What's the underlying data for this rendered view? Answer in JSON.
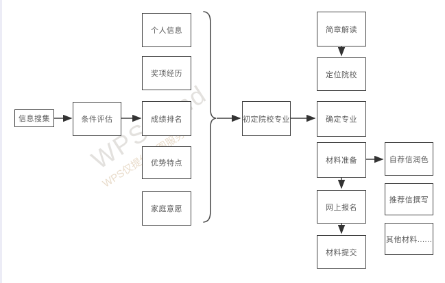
{
  "watermark": {
    "title": "WPS Mind",
    "subtitle": "WPS仅提供作图服务"
  },
  "flowchart": {
    "nodes": {
      "info_gathering": "信息搜集",
      "condition_evaluation": "条件评估",
      "personal_info": "个人信息",
      "award_experience": "奖项经历",
      "grade_ranking": "成绩排名",
      "strengths": "优势特点",
      "family_wishes": "家庭意愿",
      "preliminary_school_major": "初定院校专业",
      "brochure_reading": "简章解读",
      "school_positioning": "定位院校",
      "major_confirmation": "确定专业",
      "material_preparation": "材料准备",
      "online_registration": "网上报名",
      "material_submission": "材料提交",
      "self_recommendation_polish": "自荐信润色",
      "recommendation_writing": "推荐信撰写",
      "other_materials": "其他材料......"
    },
    "colors": {
      "node_border": "#404040",
      "node_text": "#595959",
      "connector": "#404040",
      "watermark_title": "#e3e1de",
      "watermark_subtitle": "#e9dccb",
      "canvas_edge": "#ececf6"
    }
  }
}
